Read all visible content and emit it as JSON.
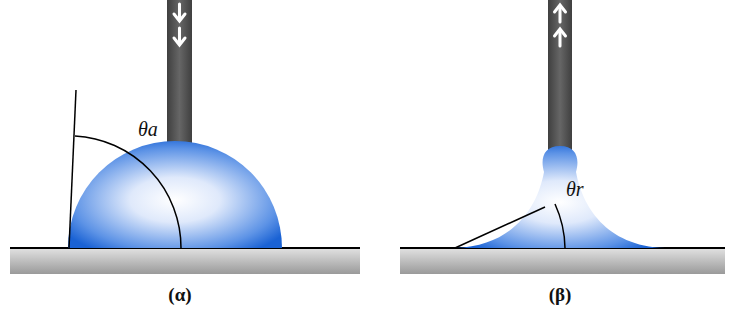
{
  "diagram": {
    "labels": [
      "θa",
      "θr",
      "(α)",
      "(β)"
    ]
  }
}
